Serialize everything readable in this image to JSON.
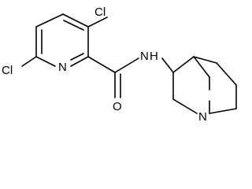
{
  "molecule": {
    "atoms": {
      "cl_top": "Cl",
      "cl_left": "Cl",
      "n_pyridine": "N",
      "n_amide": "N",
      "h_amide": "H",
      "o_carbonyl": "O",
      "n_bridgehead": "N"
    },
    "colors": {
      "bond": "#000000",
      "text": "#000000",
      "background": "#ffffff"
    }
  }
}
